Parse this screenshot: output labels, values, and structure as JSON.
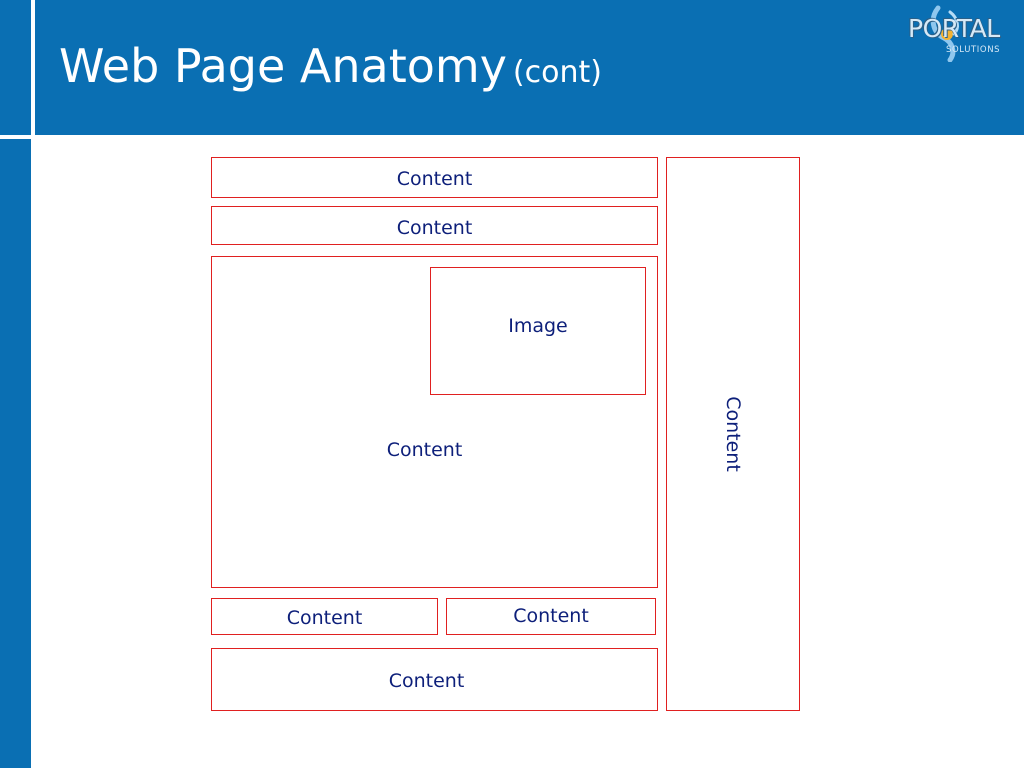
{
  "slide": {
    "title": "Web Page Anatomy",
    "title_suffix": "(cont)"
  },
  "logo": {
    "word": "PORTAL",
    "subtext": "SOLUTIONS"
  },
  "diagram": {
    "top_content_1": "Content",
    "top_content_2": "Content",
    "main_content": "Content",
    "image": "Image",
    "bottom_left_content": "Content",
    "bottom_right_content": "Content",
    "footer_content": "Content",
    "sidebar_content": "Content"
  },
  "colors": {
    "header": "#0a6fb3",
    "box_border": "#e02020",
    "label_text": "#0d1f7a"
  }
}
